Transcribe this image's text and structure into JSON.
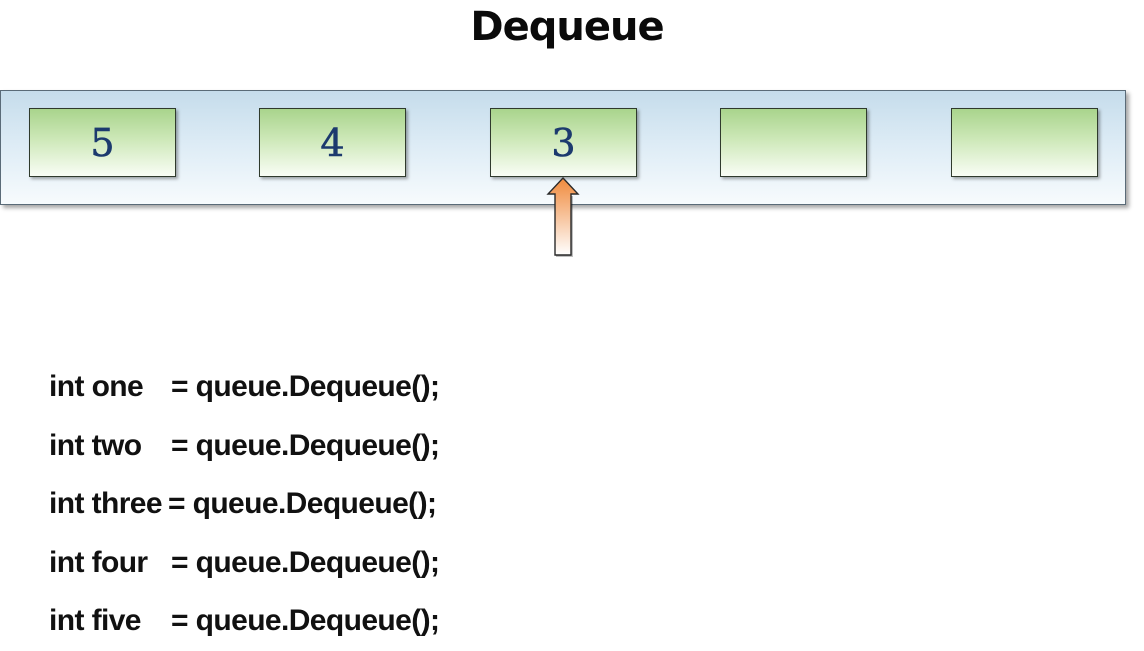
{
  "title": "Dequeue",
  "queue": {
    "cells": [
      "5",
      "4",
      "3",
      "",
      ""
    ],
    "pointer_index": 2,
    "colors": {
      "cell_top": "#a9d48c",
      "cell_bottom": "#f9fdf5",
      "container_top": "#c5dceb",
      "container_bottom": "#f7fbfd",
      "arrow_top": "#f08a3c",
      "arrow_bottom": "#ffffff",
      "digit": "#1c3a6e"
    }
  },
  "code_lines": [
    {
      "decl": "int one",
      "rhs": "= queue.Dequeue();"
    },
    {
      "decl": "int two",
      "rhs": "= queue.Dequeue();"
    },
    {
      "decl": "int three",
      "rhs": "= queue.Dequeue();"
    },
    {
      "decl": "int four",
      "rhs": "= queue.Dequeue();"
    },
    {
      "decl": "int five",
      "rhs": "= queue.Dequeue();"
    }
  ]
}
